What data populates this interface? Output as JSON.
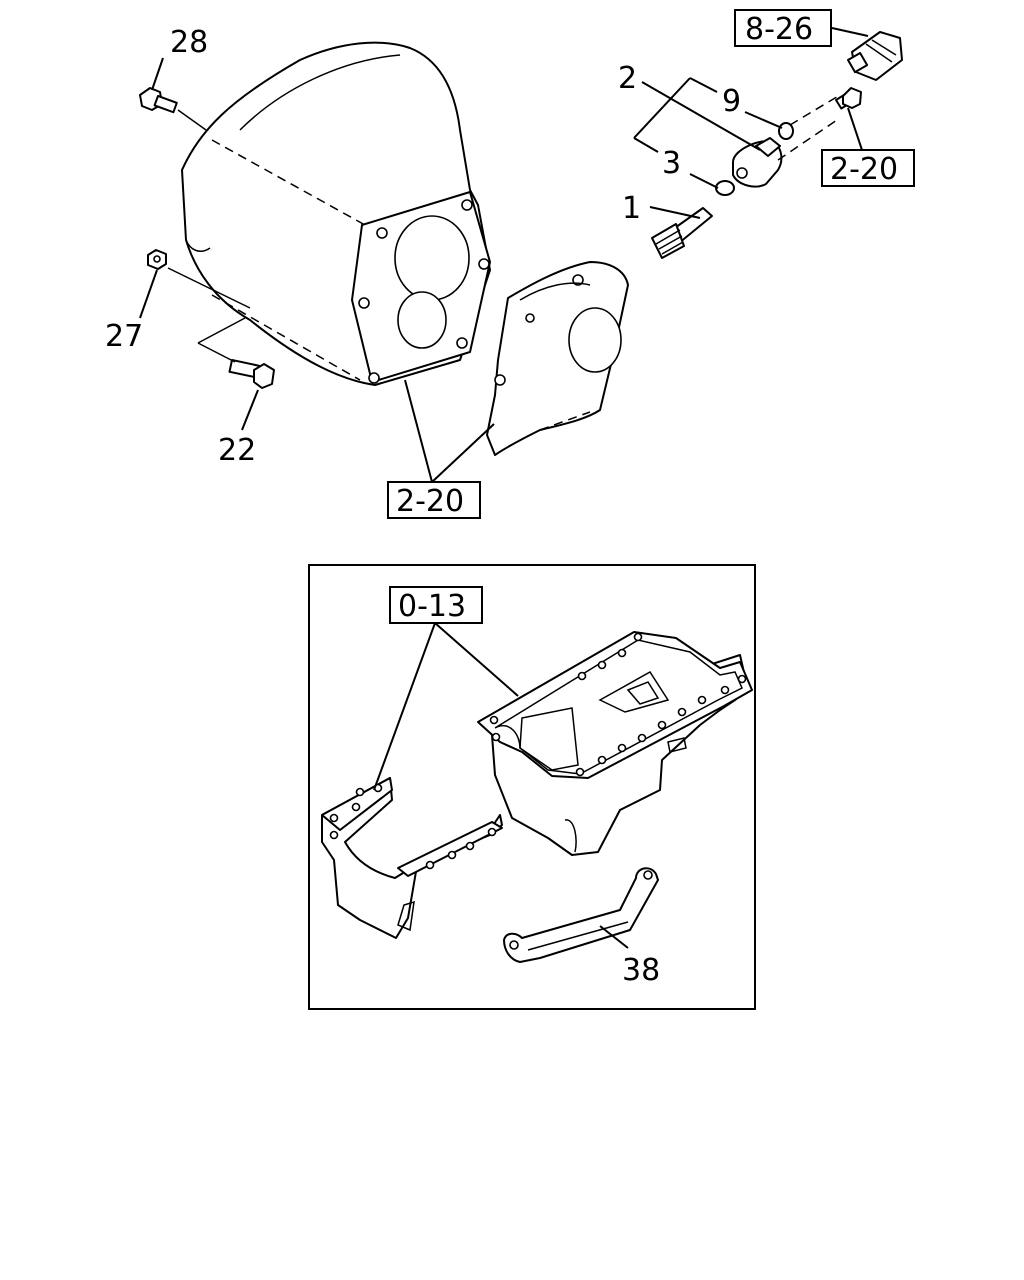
{
  "callouts": {
    "c28": "28",
    "c27": "27",
    "c22": "22",
    "c2": "2",
    "c9": "9",
    "c3": "3",
    "c1": "1",
    "c38": "38"
  },
  "references": {
    "ref_8_26": "8-26",
    "ref_2_20_upper": "2-20",
    "ref_2_20_lower": "2-20",
    "ref_0_13": "0-13"
  }
}
